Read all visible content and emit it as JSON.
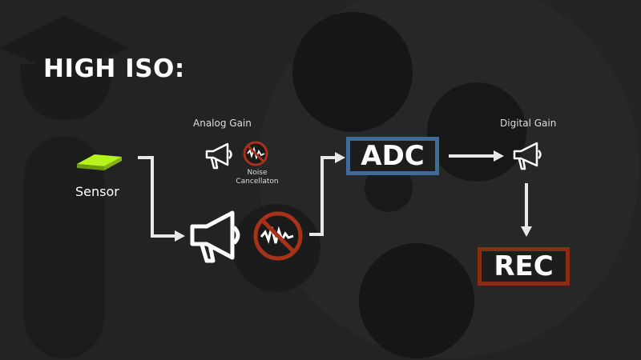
{
  "title": "HIGH ISO:",
  "sensor": {
    "label": "Sensor",
    "color": "#b6f21b"
  },
  "analog_gain": {
    "label": "Analog Gain"
  },
  "noise_cancellation": {
    "label": "Noise Cancellaton",
    "color": "#a8311a"
  },
  "adc": {
    "label": "ADC",
    "border_color": "#3f6b98"
  },
  "digital_gain": {
    "label": "Digital Gain"
  },
  "rec": {
    "label": "REC",
    "border_color": "#8b2c15"
  }
}
